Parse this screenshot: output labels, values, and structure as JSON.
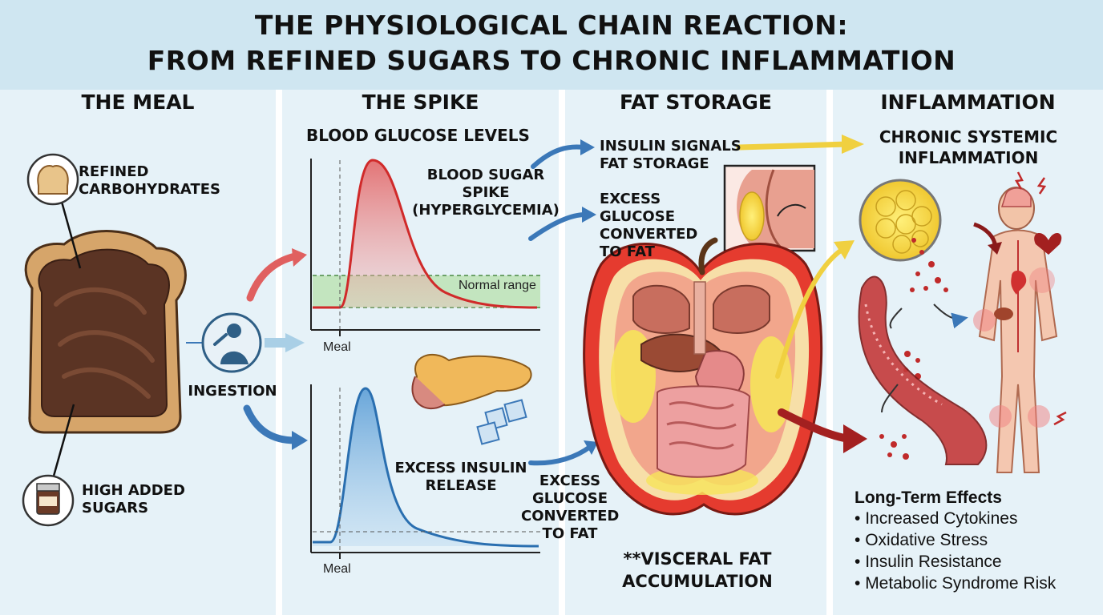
{
  "title": {
    "line1": "THE PHYSIOLOGICAL CHAIN REACTION:",
    "line2": "FROM REFINED SUGARS TO CHRONIC INFLAMMATION"
  },
  "columns": {
    "meal": "THE MEAL",
    "spike": "THE SPIKE",
    "fat": "FAT STORAGE",
    "inflammation": "INFLAMMATION"
  },
  "meal": {
    "refined_line1": "REFINED",
    "refined_line2": "CARBOHYDRATES",
    "sugars_line1": "HIGH ADDED",
    "sugars_line2": "SUGARS",
    "ingestion": "INGESTION"
  },
  "spike": {
    "glucose_title": "BLOOD GLUCOSE LEVELS",
    "spike_line1": "BLOOD SUGAR",
    "spike_line2": "SPIKE",
    "spike_line3": "(HYPERGLYCEMIA)",
    "normal_range": "Normal range",
    "meal_tick_top": "Meal",
    "insulin_line1": "EXCESS INSULIN",
    "insulin_line2": "RELEASE",
    "meal_tick_bottom": "Meal"
  },
  "fat": {
    "signals_line1": "INSULIN SIGNALS",
    "signals_line2": "FAT STORAGE",
    "conv1_line1": "EXCESS",
    "conv1_line2": "GLUCOSE",
    "conv1_line3": "CONVERTED",
    "conv1_line4": "TO FAT",
    "conv2_line1": "EXCESS",
    "conv2_line2": "GLUCOSE",
    "conv2_line3": "CONVERTED",
    "conv2_line4": "TO FAT",
    "visceral_line1": "**VISCERAL FAT",
    "visceral_line2": "ACCUMULATION"
  },
  "inflammation": {
    "chronic_line1": "CHRONIC SYSTEMIC",
    "chronic_line2": "INFLAMMATION",
    "effects_title": "Long-Term Effects",
    "effects": [
      "Increased Cytokines",
      "Oxidative Stress",
      "Insulin Resistance",
      "Metabolic Syndrome Risk"
    ]
  },
  "colors": {
    "glucose_curve": "#d02a2a",
    "insulin_curve": "#2a6fb0",
    "normal_band": "#bfe3b8",
    "arrow_red": "#a32020",
    "arrow_blue": "#3b78b8",
    "arrow_yellow": "#f0d040"
  }
}
